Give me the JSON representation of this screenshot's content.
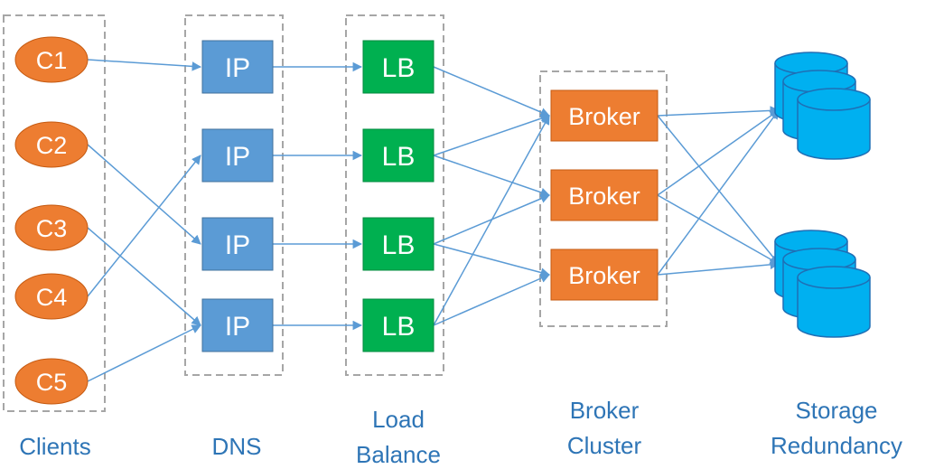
{
  "colors": {
    "client": "#ED7D31",
    "dns": "#5B9BD5",
    "lb": "#00B050",
    "broker": "#ED7D31",
    "storage": "#00B0F0",
    "line": "#5B9BD5",
    "group_border": "#A6A6A6",
    "label": "#2E75B6",
    "node_text": "#ffffff"
  },
  "clients": [
    "C1",
    "C2",
    "C3",
    "C4",
    "C5"
  ],
  "dns_nodes": [
    "IP",
    "IP",
    "IP",
    "IP"
  ],
  "lb_nodes": [
    "LB",
    "LB",
    "LB",
    "LB"
  ],
  "broker_nodes": [
    "Broker",
    "Broker",
    "Broker"
  ],
  "storage_nodes": [
    {
      "icon": "database-stack-icon"
    },
    {
      "icon": "database-stack-icon"
    }
  ],
  "group_labels": {
    "clients": [
      "Clients"
    ],
    "dns": [
      "DNS"
    ],
    "load_balance": [
      "Load",
      "Balance"
    ],
    "broker_cluster": [
      "Broker",
      "Cluster"
    ],
    "storage_redundancy": [
      "Storage",
      "Redundancy"
    ]
  }
}
